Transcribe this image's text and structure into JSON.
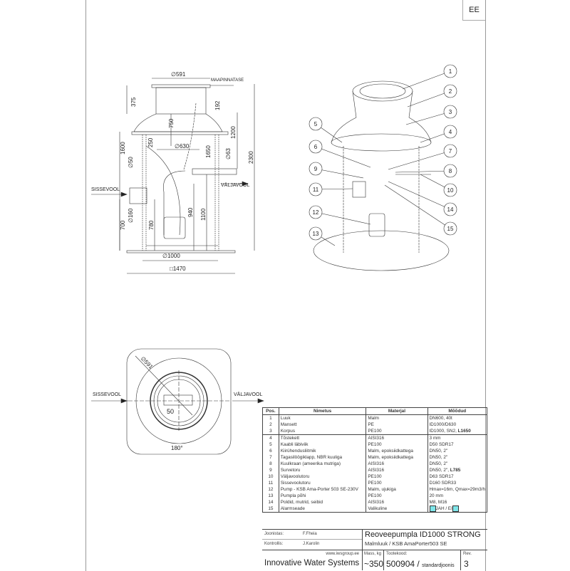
{
  "language": "EE",
  "side_view": {
    "labels": {
      "ground_level": "MAAPINNATASE",
      "inflow": "SISSEVOOL",
      "outflow": "VÄLJAVOOL"
    },
    "dimensions": {
      "d591": "∅591",
      "h375": "375",
      "h192": "192",
      "h750": "750",
      "h1200": "1200",
      "h1600": "1600",
      "h250": "250",
      "d630": "∅630",
      "h1650": "1650",
      "d63": "∅63",
      "h2300": "2300",
      "d50": "∅50",
      "d160": "∅160",
      "h700": "700",
      "h780": "780",
      "h940": "940",
      "h1100": "1100",
      "d1000": "∅1000",
      "sq1470": "□1470"
    }
  },
  "iso_view": {
    "balloons": [
      "1",
      "2",
      "3",
      "4",
      "5",
      "6",
      "7",
      "8",
      "9",
      "10",
      "11",
      "12",
      "13",
      "14",
      "15"
    ]
  },
  "plan_view": {
    "labels": {
      "inflow": "SISSEVOOL",
      "outflow": "VÄLJAVOOL"
    },
    "dimensions": {
      "d591": "∅591",
      "d50": "50",
      "angle": "180°"
    }
  },
  "parts_table": {
    "headers": [
      "Pos.",
      "Nimetus",
      "Materjal",
      "Mõõdud"
    ],
    "rows": [
      {
        "pos": "1",
        "name": "Luuk",
        "material": "Malm",
        "size": "DN600, 40t"
      },
      {
        "pos": "2",
        "name": "Mansett",
        "material": "PE",
        "size": "ID1000/D630"
      },
      {
        "pos": "3",
        "name": "Korpus",
        "material": "PE100",
        "size": "ID1000, SN2, ",
        "size_bold": "L1650"
      },
      {
        "pos": "4",
        "name": "Tõstekett",
        "material": "AISI316",
        "size": "3 mm"
      },
      {
        "pos": "5",
        "name": "Kaabli läbiviik",
        "material": "PE100",
        "size": "D50 SDR17"
      },
      {
        "pos": "6",
        "name": "Kiirühendusliitmik",
        "material": "Malm, epoksiidkattega",
        "size": "DN50, 2\""
      },
      {
        "pos": "7",
        "name": "Tagasilöögiklapp, NBR kuuliga",
        "material": "Malm, epoksiidkattega",
        "size": "DN50, 2\""
      },
      {
        "pos": "8",
        "name": "Kuulkraan (ameerika mutriga)",
        "material": "AISI316",
        "size": "DN50, 2\""
      },
      {
        "pos": "9",
        "name": "Survetoru",
        "material": "AISI316",
        "size": "DN50, 2\", ",
        "size_bold": "L785"
      },
      {
        "pos": "10",
        "name": "Väljavoolutoru",
        "material": "PE100",
        "size": "D63 SDR17"
      },
      {
        "pos": "11",
        "name": "Sissevoolutoru",
        "material": "PE100",
        "size": "D160 SDR33"
      },
      {
        "pos": "12",
        "name": "Pump - KSB Ama-Porter 503 SE-230V",
        "material": "Malm, ujukiga",
        "size": "Hmax=16m, Qmax=29m3/h"
      },
      {
        "pos": "13",
        "name": "Pumpla põhi",
        "material": "PE100",
        "size": "20 mm"
      },
      {
        "pos": "14",
        "name": "Poldid, mutrid, seibid",
        "material": "AISI316",
        "size": "M8, M16"
      },
      {
        "pos": "15",
        "name": "Alarmseade",
        "material": "Valikuline",
        "size": "JAH / EI"
      }
    ]
  },
  "title_block": {
    "drawn_label": "Joonistas:",
    "drawn_by": "F.Fheia",
    "checked_label": "Kontrollis:",
    "checked_by": "J.Karolin",
    "title": "Reoveepumpla ID1000 STRONG",
    "subtitle": "Malmluuk / KSB AmaPorter503 SE",
    "website": "www.iwsgroup.ee",
    "company": "Innovative Water Systems",
    "mass_label": "Mass, kg",
    "mass": "~350",
    "code_label": "Tootekood:",
    "code": "500904",
    "code_suffix": "standardjoonis",
    "rev_label": "Rev.",
    "rev": "3"
  }
}
